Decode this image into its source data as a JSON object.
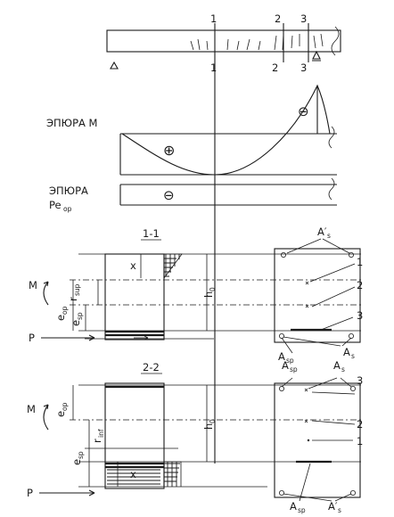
{
  "labels": {
    "section_1": "1",
    "section_2": "2",
    "section_3": "3",
    "epure_m": "ЭПЮРА M",
    "epure_pe_line1": "ЭПЮРА",
    "epure_pe_line2": "Pe",
    "epure_pe_sub": "op",
    "plus": "⊕",
    "minus": "⊖",
    "sec_1_1": "1-1",
    "sec_2_2": "2-2",
    "moment": "M",
    "force": "P",
    "x": "x",
    "h0": "h",
    "h0_sub": "0",
    "e_op": "e",
    "e_op_sub": "op",
    "e_sp": "e",
    "e_sp_sub": "sp",
    "r_sup": "r",
    "r_sup_sub": "sup",
    "r_inf": "r",
    "r_inf_sub": "inf",
    "as_prime": "A′",
    "as_prime_sub": "s",
    "as": "A",
    "as_sub": "s",
    "asp": "A",
    "asp_sub": "sp"
  },
  "icons": {
    "pin_support": "triangle-support-icon",
    "roller_support": "roller-support-icon",
    "moment_arrow": "curved-arrow-icon",
    "force_arrow": "arrow-right-icon"
  }
}
